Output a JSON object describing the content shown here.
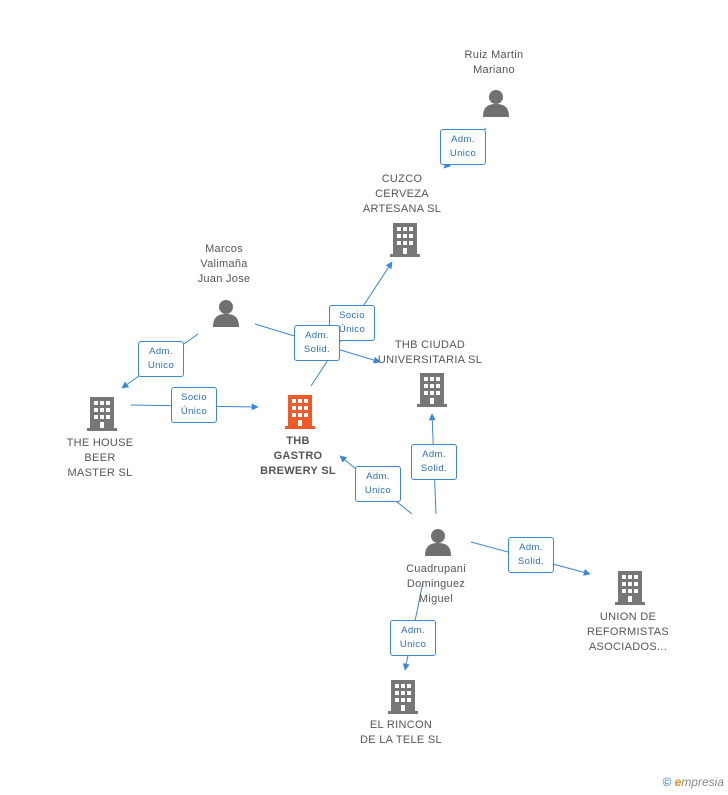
{
  "colors": {
    "edge": "#3b87d6",
    "company": "#777777",
    "focus_company": "#f05a28",
    "person": "#707070"
  },
  "nodes": [
    {
      "id": "ruiz",
      "type": "person",
      "label": "Ruiz Martin\nMariano"
    },
    {
      "id": "cuzco",
      "type": "company",
      "label": "CUZCO\nCERVEZA\nARTESANA SL"
    },
    {
      "id": "marcos",
      "type": "person",
      "label": "Marcos\nValimaña\nJuan Jose"
    },
    {
      "id": "thbciudad",
      "type": "company",
      "label": "THB CIUDAD\nUNIVERSITARIA SL"
    },
    {
      "id": "house",
      "type": "company",
      "label": "THE HOUSE\nBEER\nMASTER SL"
    },
    {
      "id": "thbgastro",
      "type": "focus",
      "label": "THB\nGASTRO\nBREWERY SL"
    },
    {
      "id": "cuadrupani",
      "type": "person",
      "label": "Cuadrupani\nDominguez\nMiguel"
    },
    {
      "id": "union",
      "type": "company",
      "label": "UNION DE\nREFORMISTAS\nASOCIADOS..."
    },
    {
      "id": "rincon",
      "type": "company",
      "label": "EL RINCON\nDE LA TELE SL"
    }
  ],
  "edges": [
    {
      "from": "ruiz",
      "to": "cuzco",
      "label": "Adm.\nUnico"
    },
    {
      "from": "thbgastro",
      "to": "cuzco",
      "label": "Socio\nÚnico"
    },
    {
      "from": "marcos",
      "to": "thbciudad",
      "label": "Adm.\nSolid."
    },
    {
      "from": "marcos",
      "to": "house",
      "label": "Adm.\nUnico"
    },
    {
      "from": "house",
      "to": "thbgastro",
      "label": "Socio\nÚnico"
    },
    {
      "from": "cuadrupani",
      "to": "thbgastro",
      "label": "Adm.\nUnico"
    },
    {
      "from": "cuadrupani",
      "to": "thbciudad",
      "label": "Adm.\nSolid."
    },
    {
      "from": "cuadrupani",
      "to": "union",
      "label": "Adm.\nSolid."
    },
    {
      "from": "cuadrupani",
      "to": "rincon",
      "label": "Adm.\nUnico"
    }
  ],
  "brand": {
    "copyright": "©",
    "initial": "e",
    "rest": "mpresia"
  }
}
